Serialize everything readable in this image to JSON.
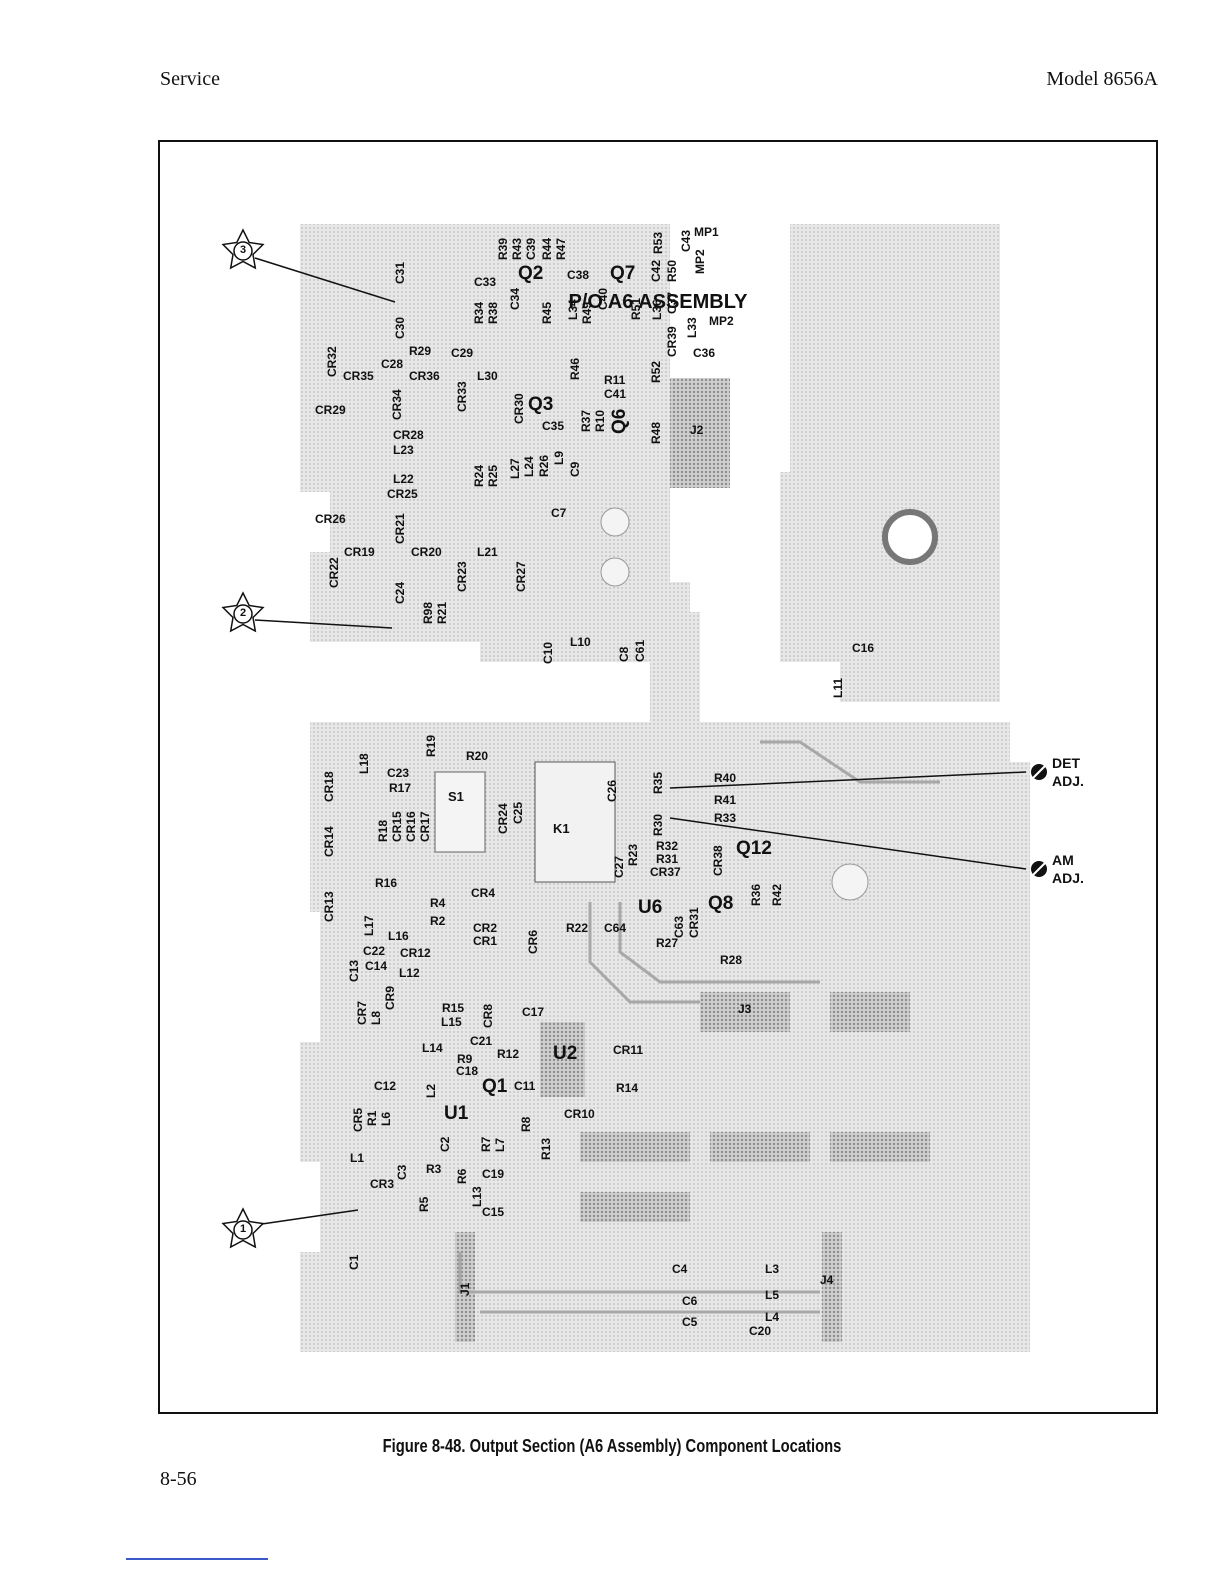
{
  "header": {
    "left": "Service",
    "right": "Model 8656A"
  },
  "figure": {
    "title": "P/O A6 ASSEMBLY",
    "caption": "Figure 8-48. Output Section (A6 Assembly) Component Locations",
    "callouts": [
      "1",
      "2",
      "3"
    ],
    "adjustments": [
      {
        "line1": "DET",
        "line2": "ADJ."
      },
      {
        "line1": "AM",
        "line2": "ADJ."
      }
    ],
    "labels": [
      "R39",
      "R43",
      "C39",
      "R44",
      "R47",
      "R53",
      "C43",
      "MP1",
      "MP2",
      "C42",
      "R50",
      "C33",
      "Q2",
      "C38",
      "Q7",
      "C40",
      "C37",
      "R51",
      "L36",
      "R34",
      "R38",
      "C34",
      "R45",
      "L34",
      "R49",
      "L33",
      "MP2",
      "C31",
      "C30",
      "CR32",
      "R29",
      "C29",
      "CR39",
      "C36",
      "R52",
      "C28",
      "CR35",
      "CR36",
      "L30",
      "R46",
      "R11",
      "C41",
      "CR34",
      "CR33",
      "CR30",
      "Q3",
      "R37",
      "R10",
      "Q6",
      "R48",
      "J2",
      "CR29",
      "C35",
      "CR28",
      "L23",
      "R24",
      "R25",
      "L27",
      "L24",
      "R26",
      "L9",
      "C9",
      "L22",
      "CR25",
      "CR26",
      "CR21",
      "C7",
      "CR22",
      "CR19",
      "CR20",
      "L21",
      "CR23",
      "CR27",
      "C24",
      "R98",
      "R21",
      "C10",
      "L10",
      "C8",
      "C61",
      "C16",
      "L11",
      "L18",
      "R19",
      "R20",
      "CR18",
      "C23",
      "R17",
      "S1",
      "CR24",
      "C25",
      "K1",
      "C26",
      "R35",
      "R40",
      "R41",
      "R33",
      "R30",
      "CR14",
      "R18",
      "CR15",
      "CR16",
      "CR17",
      "C27",
      "R23",
      "R32",
      "R31",
      "CR37",
      "CR38",
      "Q12",
      "R16",
      "CR4",
      "R4",
      "U6",
      "Q8",
      "R36",
      "R42",
      "CR13",
      "L17",
      "R2",
      "C63",
      "CR31",
      "L16",
      "CR2",
      "CR1",
      "CR6",
      "R22",
      "C64",
      "R27",
      "C22",
      "CR12",
      "C13",
      "C14",
      "L12",
      "R28",
      "CR7",
      "L8",
      "CR9",
      "R15",
      "CR8",
      "C17",
      "J3",
      "L15",
      "L14",
      "C21",
      "R9",
      "R12",
      "U2",
      "CR11",
      "C18",
      "C12",
      "L2",
      "Q1",
      "C11",
      "R14",
      "CR5",
      "R1",
      "L6",
      "U1",
      "R8",
      "CR10",
      "C2",
      "R7",
      "L7",
      "R13",
      "L1",
      "C3",
      "R3",
      "R6",
      "C19",
      "CR3",
      "R5",
      "L13",
      "C15",
      "C1",
      "J1",
      "C4",
      "L3",
      "J4",
      "C6",
      "L5",
      "C5",
      "L4",
      "C20"
    ]
  }
}
